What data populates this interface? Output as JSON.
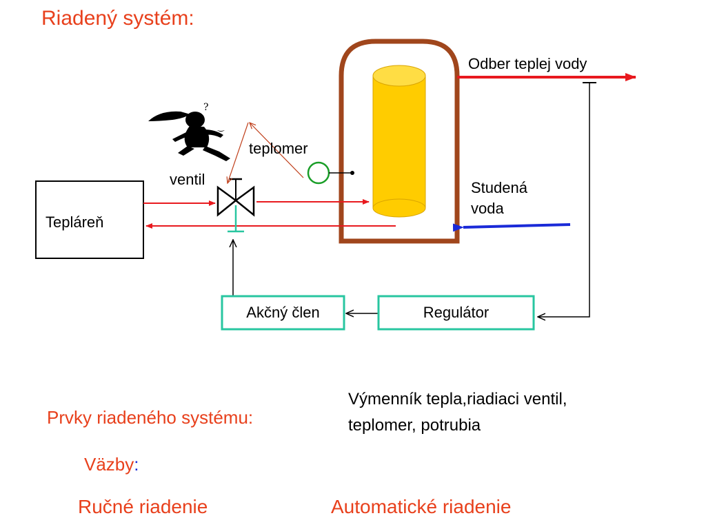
{
  "title": "Riadený systém:",
  "labels": {
    "hot_water_outlet": "Odber teplej vody",
    "thermometer": "teplomer",
    "valve": "ventil",
    "cold_water_line1": "Studená",
    "cold_water_line2": "voda",
    "heating_plant": "Tepláreň",
    "actuator": "Akčný člen",
    "regulator": "Regulátor"
  },
  "elements": {
    "heading": "Prvky riadeného systému:",
    "list_line1": "Výmenník tepla,riadiaci ventil,",
    "list_line2": "teplomer, potrubia"
  },
  "links": {
    "heading": "Väzby",
    "colon": ":",
    "manual": "Ručné riadenie",
    "automatic": "Automatické riadenie"
  },
  "colors": {
    "accent_text": "#e8401c",
    "tank_wall": "#a0461c",
    "heater_fill": "#ffcc00",
    "hot_pipe": "#e8191e",
    "cold_pipe": "#1a2ad8",
    "box_border": "#28c6a0",
    "thermometer": "#1a9e28"
  }
}
